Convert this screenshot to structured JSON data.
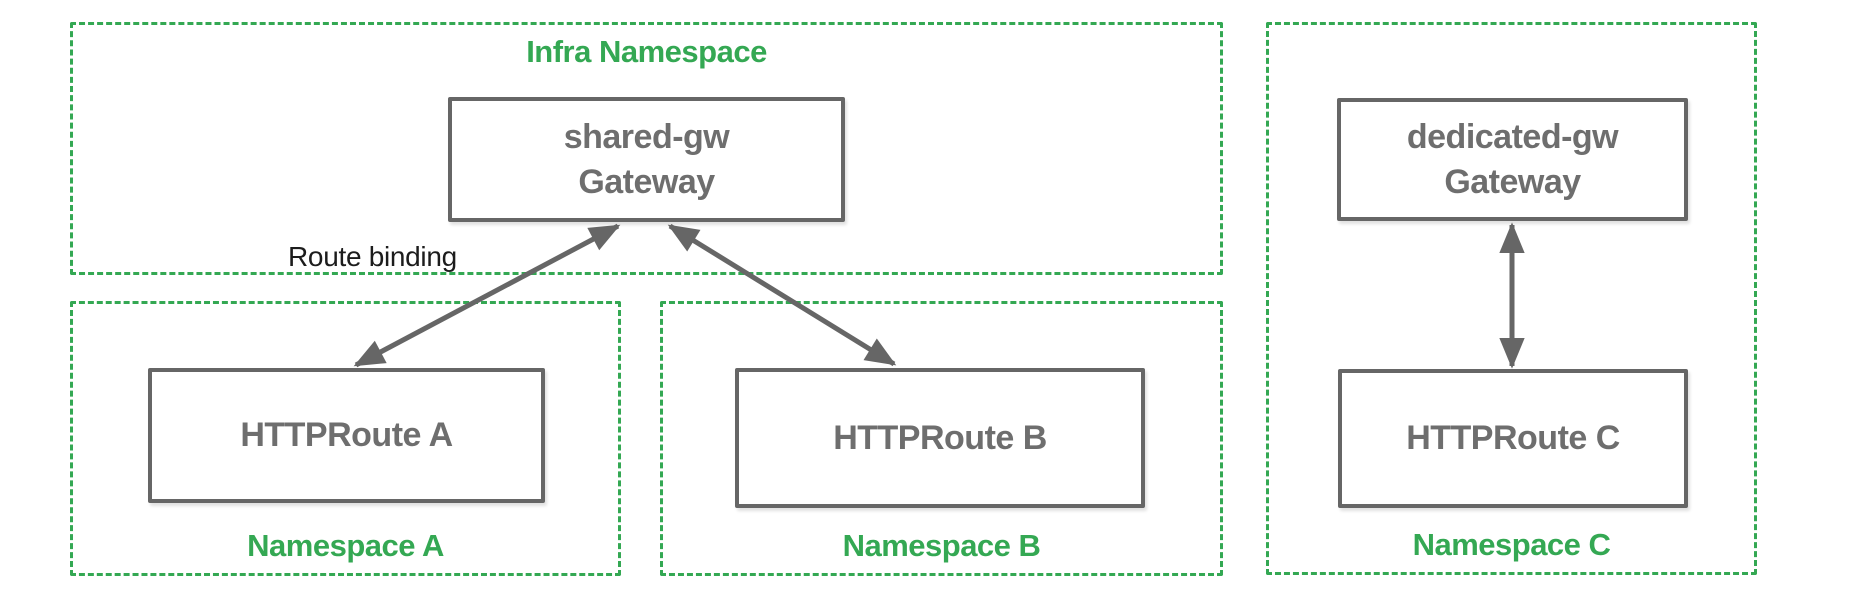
{
  "colors": {
    "green": "#34a853",
    "node_border": "#666666",
    "node_text": "#6e6e6e",
    "arrow": "#666666",
    "annotation_text": "#1c1c1c"
  },
  "infra_namespace": {
    "label": "Infra Namespace",
    "gateway": {
      "name": "shared-gw",
      "kind": "Gateway"
    }
  },
  "namespace_a": {
    "label": "Namespace A",
    "route": "HTTPRoute A"
  },
  "namespace_b": {
    "label": "Namespace B",
    "route": "HTTPRoute B"
  },
  "namespace_c": {
    "label": "Namespace C",
    "gateway": {
      "name": "dedicated-gw",
      "kind": "Gateway"
    },
    "route": "HTTPRoute C"
  },
  "annotations": {
    "route_binding": "Route binding"
  },
  "edges": [
    {
      "from": "HTTPRoute A",
      "to": "shared-gw Gateway",
      "label": "Route binding",
      "bidirectional": true
    },
    {
      "from": "HTTPRoute B",
      "to": "shared-gw Gateway",
      "bidirectional": true
    },
    {
      "from": "HTTPRoute C",
      "to": "dedicated-gw Gateway",
      "bidirectional": true
    }
  ]
}
